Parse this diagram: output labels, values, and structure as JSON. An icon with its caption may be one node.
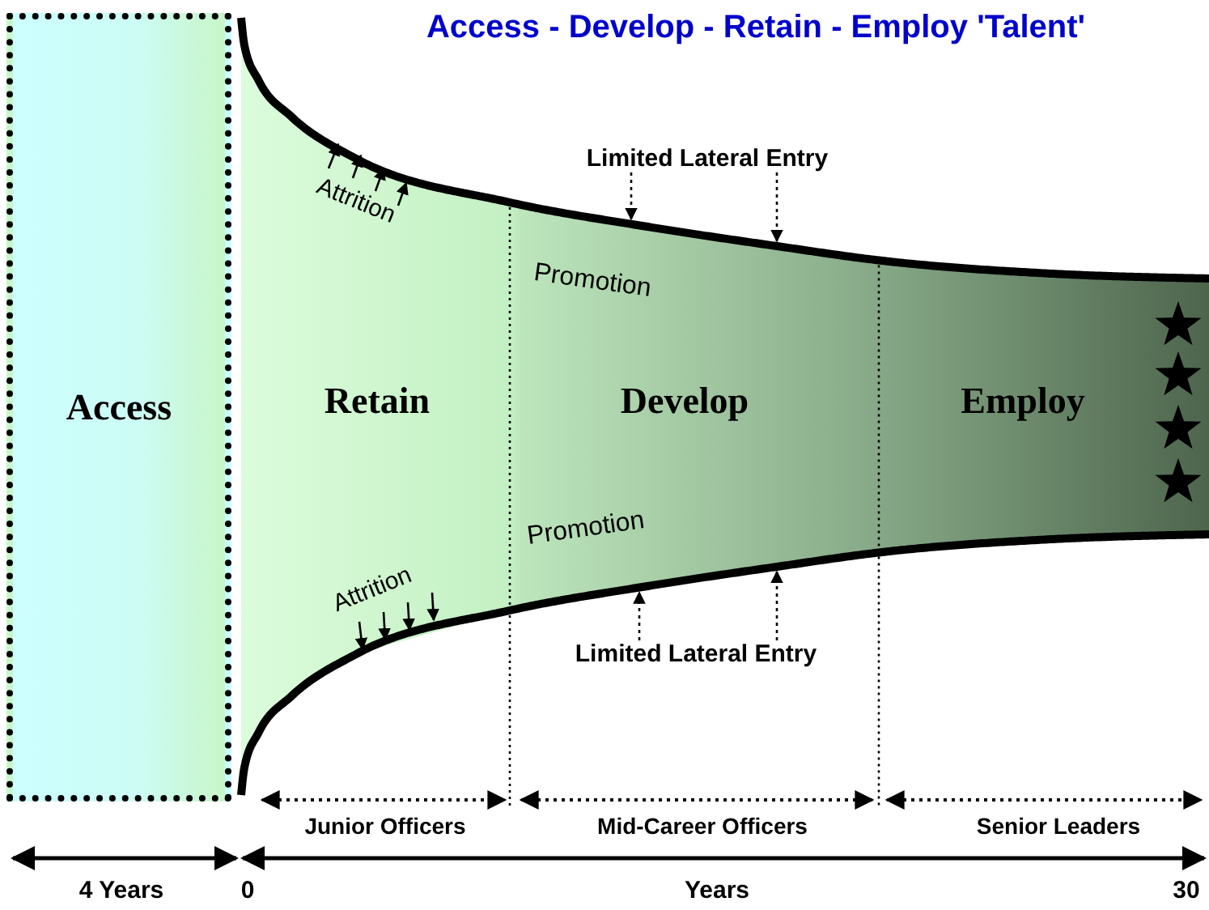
{
  "diagram": {
    "title": "Access - Develop - Retain - Employ 'Talent'",
    "nodes": [
      {
        "text": [
          "Access"
        ]
      },
      {
        "text": [
          "Retain"
        ]
      },
      {
        "text": [
          "Develop"
        ]
      },
      {
        "text": [
          "Employ"
        ]
      },
      {
        "text": [
          "Limited Lateral Entry"
        ]
      },
      {
        "text": [
          "Limited Lateral Entry"
        ]
      }
    ],
    "edges": [
      {
        "from": 4,
        "to": null,
        "arrow": "to",
        "style": "dashed"
      },
      {
        "from": 4,
        "to": null,
        "arrow": "to",
        "style": "dashed"
      },
      {
        "from": 5,
        "to": null,
        "arrow": "to",
        "style": "dashed"
      },
      {
        "from": 5,
        "to": null,
        "arrow": "to",
        "style": "dashed"
      }
    ],
    "labels": [
      "Attrition",
      "Promotion",
      "Promotion",
      "Attrition",
      "Junior Officers",
      "Mid-Career Officers",
      "Senior Leaders",
      "4 Years",
      "0",
      "Years",
      "30"
    ]
  }
}
